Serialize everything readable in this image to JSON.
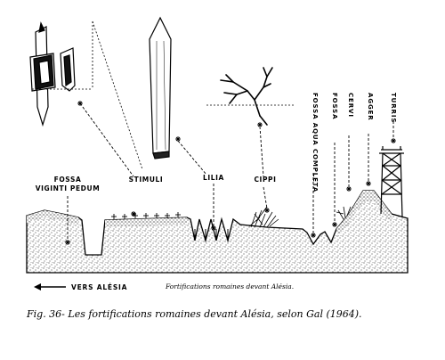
{
  "labels": {
    "fossa_viginti_line1": "FOSSA",
    "fossa_viginti_line2": "VIGINTI PEDUM",
    "stimuli": "STIMULI",
    "lilia": "LILIA",
    "cippi": "CIPPI",
    "fossa_aqua": "FOSSA AQUA COMPLETA",
    "fossa": "FOSSA",
    "cervi": "CERVI",
    "agger": "AGGER",
    "turris": "TURRIS"
  },
  "direction_label": "VERS ALÉSIA",
  "inner_caption": "Fortifications romaines devant Alésia.",
  "figure_caption": "Fig. 36- Les fortifications romaines devant Alésia, selon Gal (1964)."
}
